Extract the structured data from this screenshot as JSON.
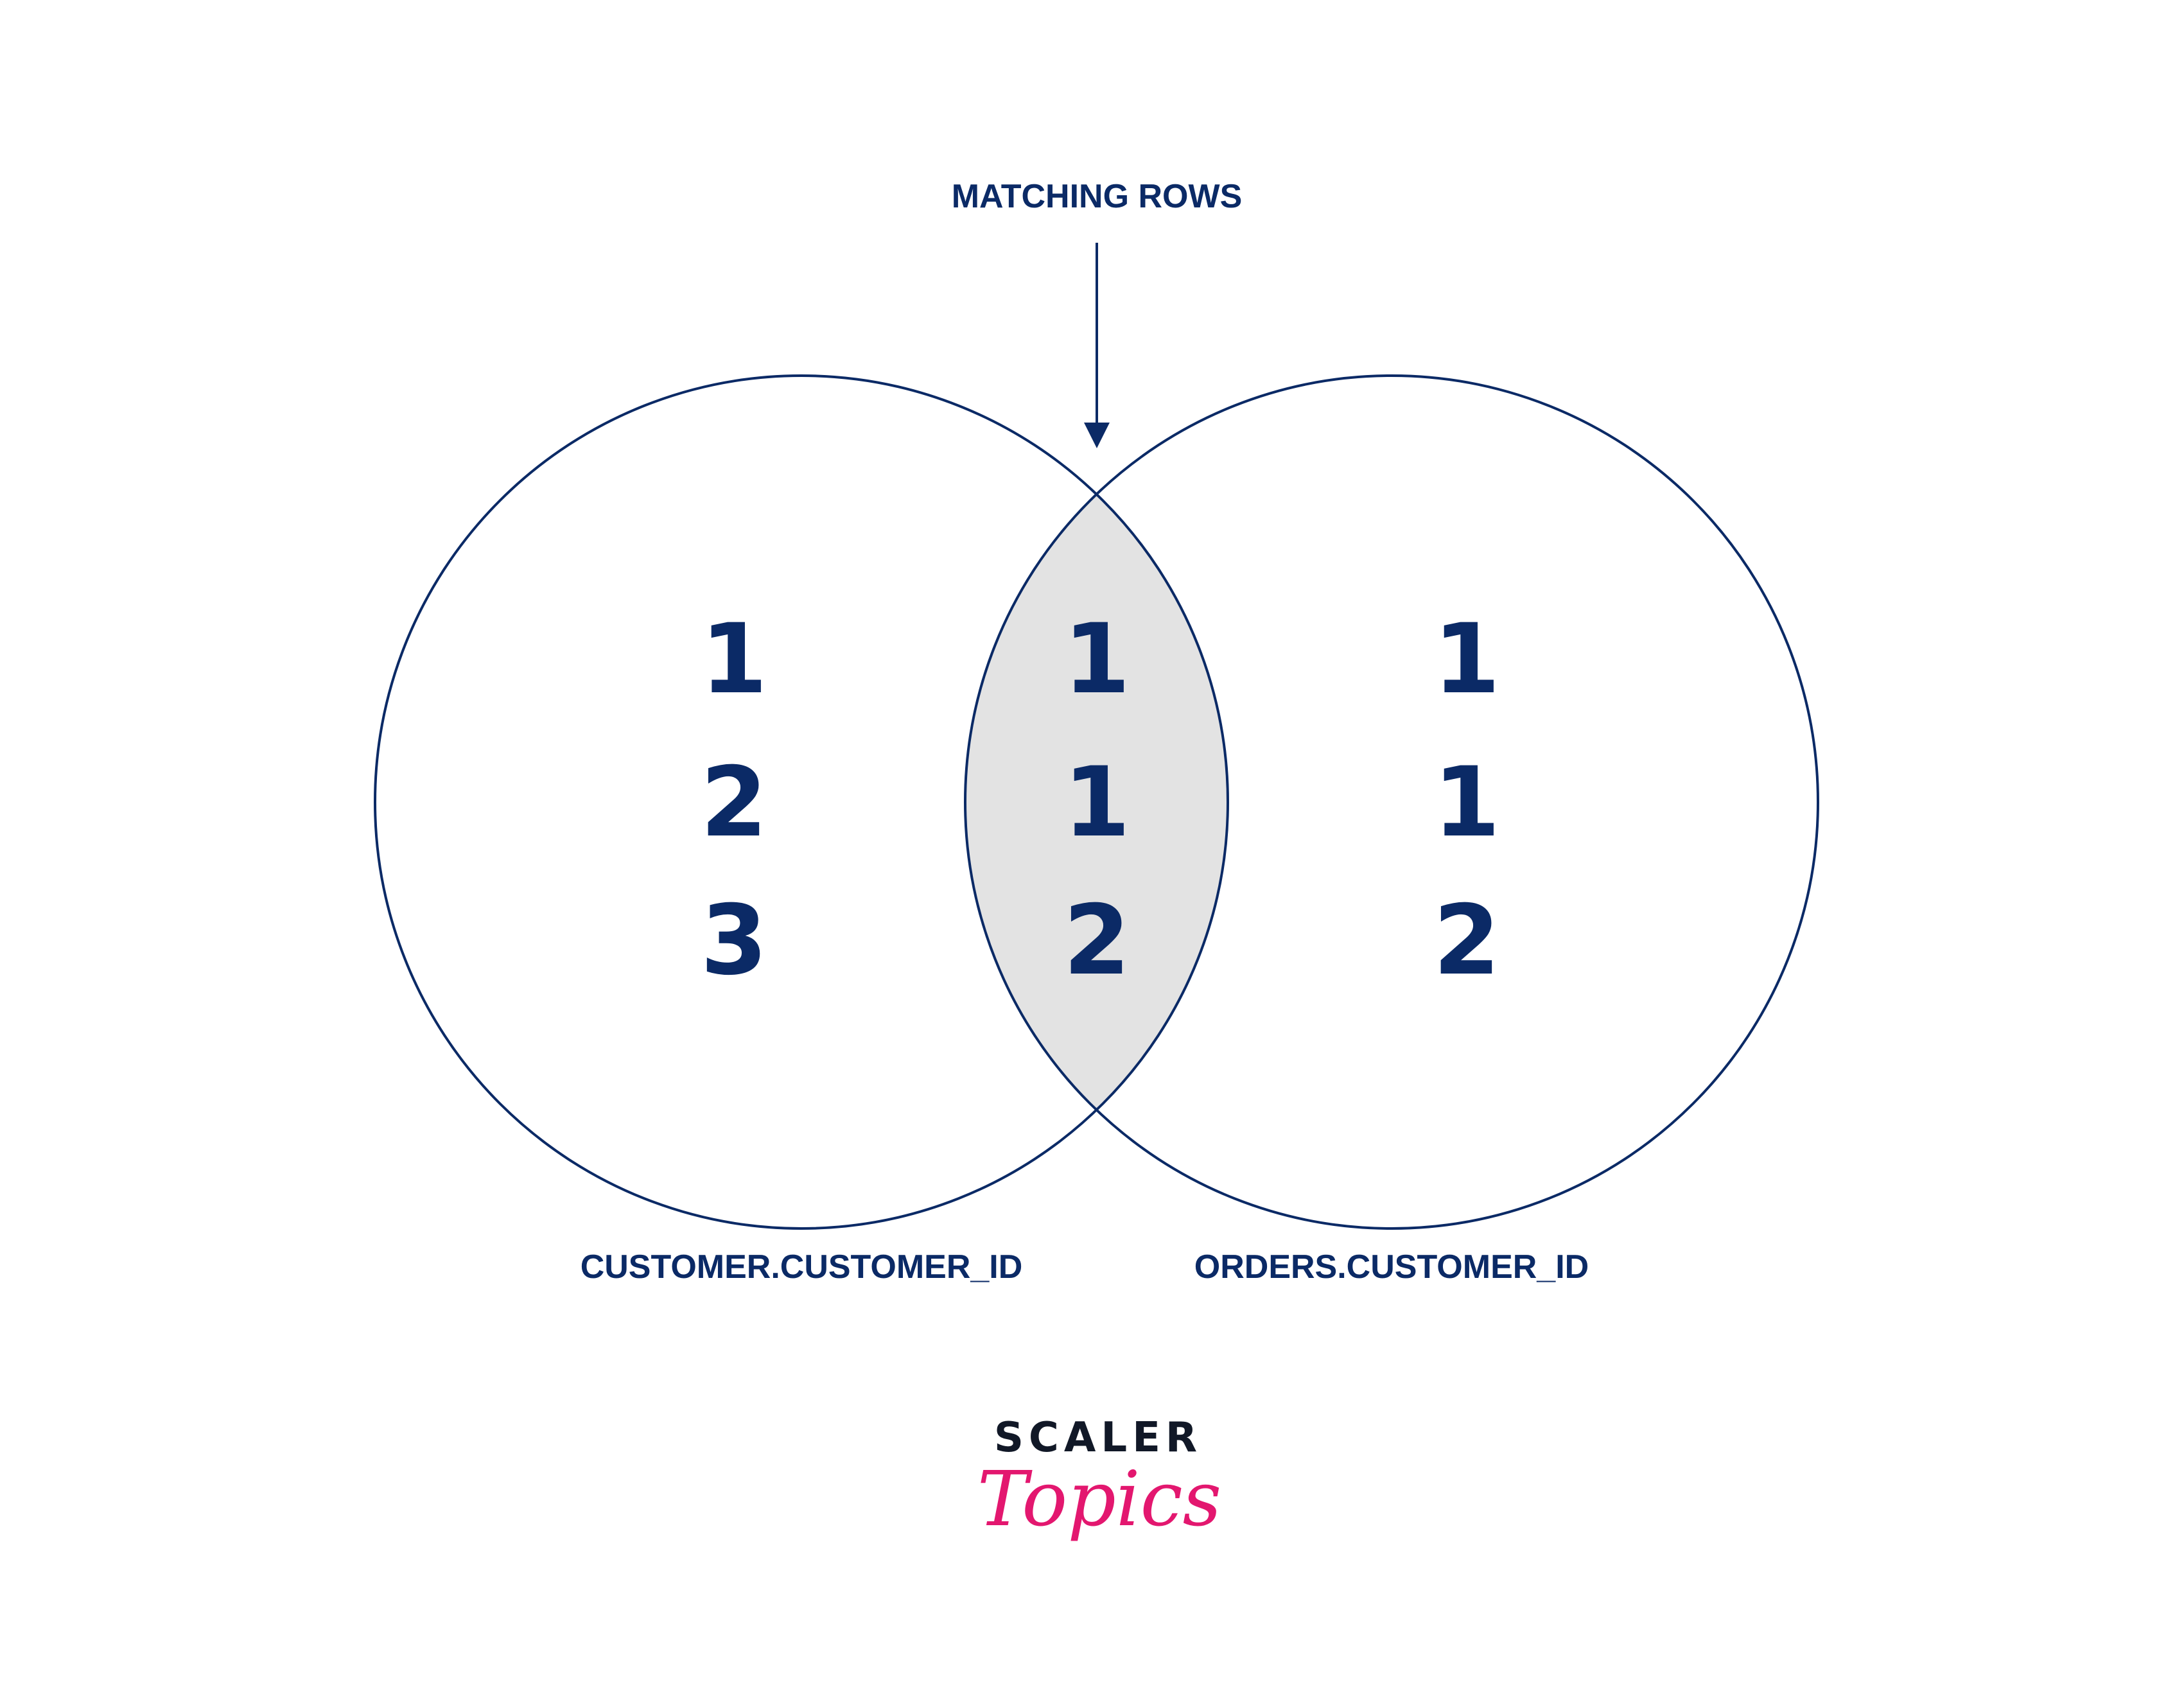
{
  "labels": {
    "matching": "MATCHING ROWS",
    "left_set": "CUSTOMER.CUSTOMER_ID",
    "right_set": "ORDERS.CUSTOMER_ID"
  },
  "sets": {
    "left": [
      "1",
      "2",
      "3"
    ],
    "middle": [
      "1",
      "1",
      "2"
    ],
    "right": [
      "1",
      "1",
      "2"
    ]
  },
  "logo": {
    "line1": "SCALER",
    "line2": "Topics",
    "colors": {
      "line1": "#111827",
      "line2": "#e3176f"
    }
  },
  "colors": {
    "primary": "#0b2a66",
    "intersection_fill": "#e3e3e3",
    "background": "#ffffff"
  }
}
